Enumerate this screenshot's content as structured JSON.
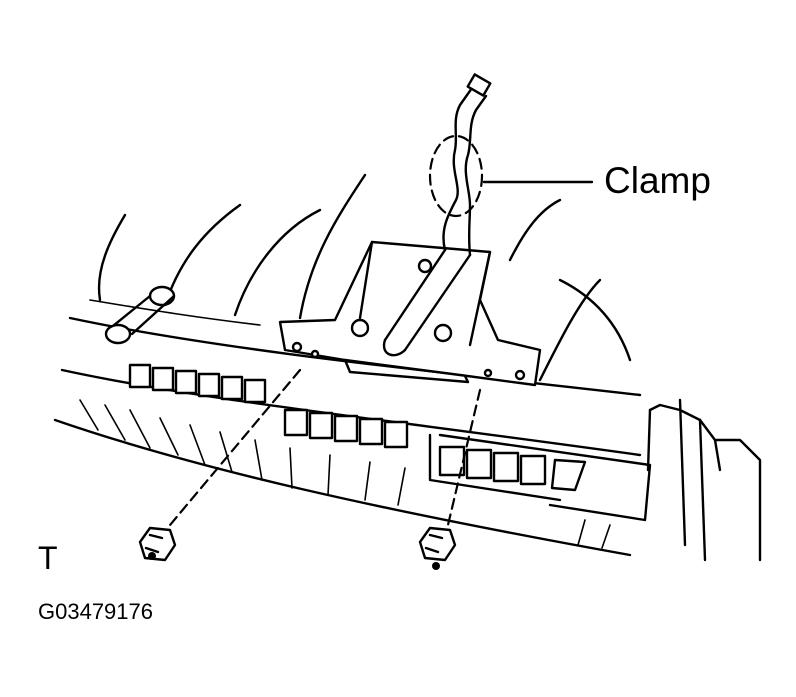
{
  "diagram": {
    "callout_label": "Clamp",
    "orientation_mark": "T",
    "figure_id": "G03479176"
  }
}
